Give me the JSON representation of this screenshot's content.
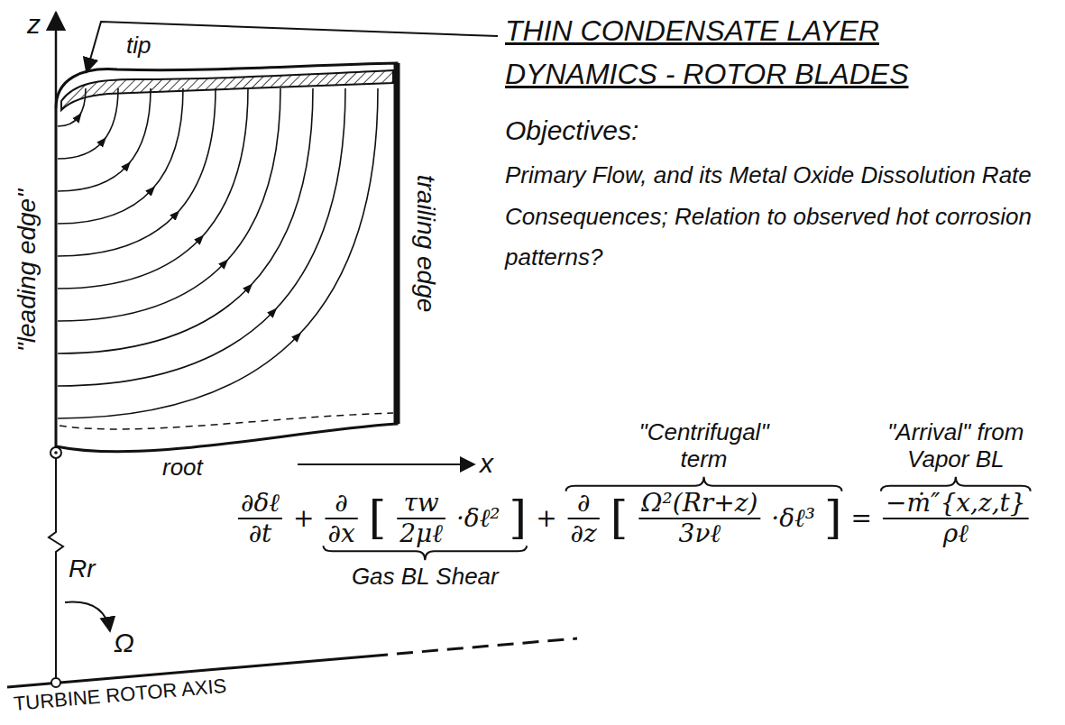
{
  "diagram": {
    "title": "THIN CONDENSATE LAYER DYNAMICS - ROTOR BLADES",
    "labels": [
      "Objectives:",
      "Primary Flow, and its Metal Oxide Dissolution Rate Consequences; Relation to observed hot corrosion patterns?",
      "z",
      "tip",
      "\"leading edge\"",
      "trailing edge",
      "root",
      "x",
      "Rr",
      "Ω",
      "TURBINE ROTOR AXIS",
      "\"Centrifugal\" term",
      "\"Arrival\" from Vapor BL",
      "∂δℓ",
      "∂t",
      "+",
      "∂",
      "∂x",
      "[",
      "τw",
      "2μℓ",
      "·δℓ²",
      "]",
      "+",
      "∂",
      "∂z",
      "[",
      "Ω²(Rr+z)",
      "3νℓ",
      "·δℓ³",
      "]",
      "=",
      "−ṁ″{x,z,t}",
      "ρℓ",
      "Gas BL Shear"
    ]
  }
}
